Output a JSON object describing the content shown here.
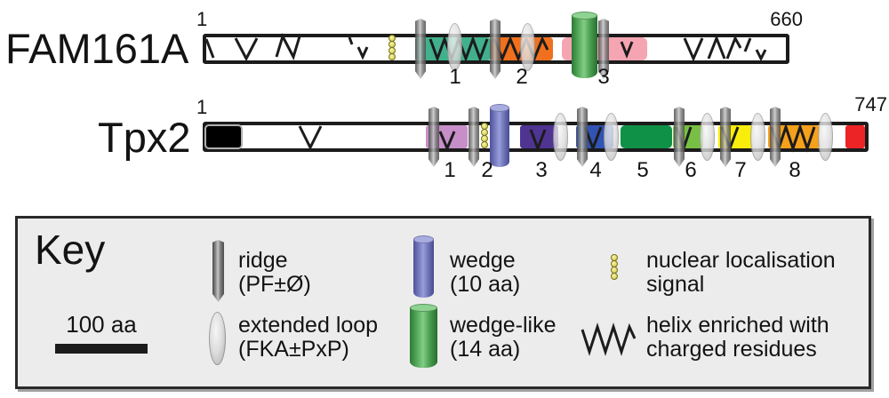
{
  "proteins": [
    {
      "name": "FAM161A",
      "start_label": "1",
      "end_label": "660",
      "feature_numbers": [
        "1",
        "2",
        "3"
      ],
      "segment_colors": {
        "1": "#41b08c",
        "2": "#f0701d",
        "3": "#f5a5b2"
      },
      "decorations": [
        "ridge",
        "extended-loop",
        "wedge-like",
        "nuclear-localisation-signal",
        "charged-helix-zigzag"
      ]
    },
    {
      "name": "Tpx2",
      "start_label": "1",
      "end_label": "747",
      "feature_numbers": [
        "1",
        "2",
        "3",
        "4",
        "5",
        "6",
        "7",
        "8"
      ],
      "segment_colors": {
        "n_terminal_box": "#000000",
        "1": "#c78ec7",
        "2_wedge": "#7d82c8",
        "3": "#4f3492",
        "4": "#3153b4",
        "5": "#0f9147",
        "6": "#78c044",
        "7": "#f9ed0b",
        "8": "#f6a01b",
        "c_terminal": "#ec2426"
      },
      "decorations": [
        "ridge",
        "extended-loop",
        "wedge",
        "nuclear-localisation-signal",
        "charged-helix-zigzag"
      ]
    }
  ],
  "key": {
    "title": "Key",
    "scale_label": "100 aa",
    "items": [
      {
        "icon": "ridge-icon",
        "line1": "ridge",
        "line2": "(PF±Ø)"
      },
      {
        "icon": "extended-loop-icon",
        "line1": "extended loop",
        "line2": "(FKA±PxP)"
      },
      {
        "icon": "wedge-icon",
        "line1": "wedge",
        "line2": "(10 aa)"
      },
      {
        "icon": "wedge-like-icon",
        "line1": "wedge-like",
        "line2": "(14 aa)"
      },
      {
        "icon": "nls-icon",
        "line1": "nuclear localisation",
        "line2": "signal"
      },
      {
        "icon": "helix-icon",
        "line1": "helix enriched with",
        "line2": "charged residues"
      }
    ]
  },
  "colors": {
    "outline": "#1b1b1b",
    "ridge": "#8f8f8f",
    "extended_loop": "#d6d6d6",
    "nls_dot": "#e4dd6a",
    "wedge": "#7d82c8",
    "wedge_like": "#5cb161",
    "key_background": "#edecec"
  }
}
